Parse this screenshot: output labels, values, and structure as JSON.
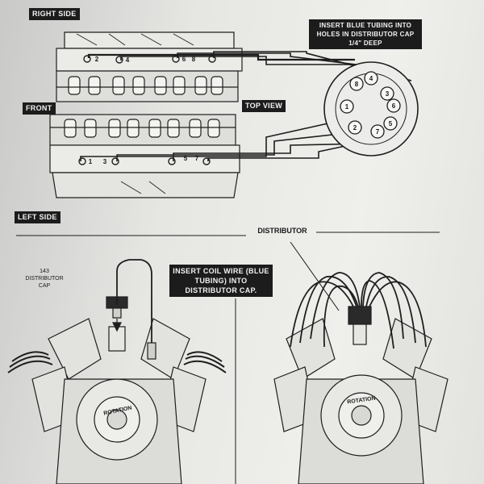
{
  "labels": {
    "right_side": "RIGHT SIDE",
    "front": "FRONT",
    "top_view": "TOP VIEW",
    "left_side": "LEFT SIDE",
    "insert_tubing": "INSERT BLUE TUBING INTO HOLES IN DISTRIBUTOR CAP 1/4\" DEEP",
    "distributor": "DISTRIBUTOR",
    "cap_143": "143 DISTRIBUTOR CAP",
    "insert_coil": "INSERT COIL WIRE (BLUE TUBING) INTO DISTRIBUTOR CAP.",
    "rotation": "ROTATION"
  },
  "cylinders_right": [
    "2",
    "4",
    "6",
    "8"
  ],
  "cylinders_left": [
    "1",
    "3",
    "5",
    "7"
  ],
  "cap_numbers": [
    "1",
    "8",
    "4",
    "3",
    "6",
    "5",
    "7",
    "2"
  ]
}
